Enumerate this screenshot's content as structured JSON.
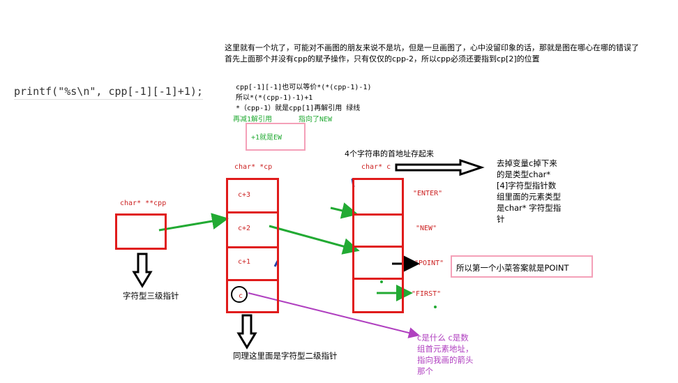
{
  "top_note": {
    "line1": "这里就有一个坑了，可能对不画图的朋友来说不是坑，但是一旦画图了，心中没留印象的话，那就是图在哪心在哪的错误了",
    "line2": "首先上面那个并没有cpp的赋予操作，只有仅仅的cpp-2，所以cpp必须还要指到cp[2]的位置"
  },
  "code_line": "printf(\"%s\\n\", cpp[-1][-1]+1);",
  "explain": {
    "line1": "cpp[-1][-1]也可以等价*(*(cpp-1)-1)",
    "line2": "所以*(*(cpp-1)-1)+1",
    "line3": "*（cpp-1）就是cpp[1]再解引用   绿线",
    "green_left": "再减1解引用",
    "green_right": "指向了NEW"
  },
  "pink_box_ew": "+1就是EW",
  "four_strings_note": "4个字符串的首地址存起来",
  "cpp_label": "char* **cpp",
  "cp_label": "char* *cp",
  "c_label": "char* c",
  "cp_cells": [
    "c+3",
    "c+2",
    "c+1",
    "c"
  ],
  "strings": [
    "\"ENTER\"",
    "\"NEW\"",
    "\"POINT\"",
    "\"FIRST\""
  ],
  "right_note": [
    "去掉变量c掉下来",
    "的是类型char*",
    "[4]字符型指针数",
    "组里面的元素类型",
    "是char* 字符型指",
    "针"
  ],
  "answer_box": "所以第一个小菜答案就是POINT",
  "three_level": "字符型三级指针",
  "two_level": "同理这里面是字符型二级指针",
  "purple_note": [
    "c是什么  c是数",
    "组首元素地址，",
    "指向我画的箭头",
    "那个"
  ],
  "colors": {
    "box": "#e01b1b",
    "green": "#22aa33",
    "purple": "#b040c0",
    "pink": "#f4a0b8",
    "label_red": "#cc2222"
  }
}
